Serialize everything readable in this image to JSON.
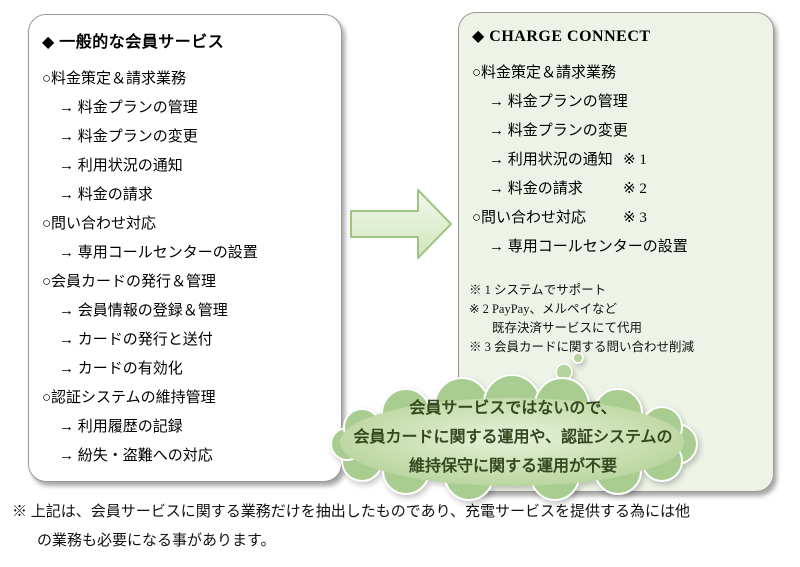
{
  "palette": {
    "panel_green": "#edf4e7",
    "arrow_green": "#cfe5ba",
    "cloud_green": "#a9cd90",
    "callout_text": "#33481f"
  },
  "left_panel": {
    "title": "◆ 一般的な会員サービス",
    "items": [
      {
        "level": "main",
        "text": "○料金策定＆請求業務"
      },
      {
        "level": "sub",
        "text": "→ 料金プランの管理"
      },
      {
        "level": "sub",
        "text": "→ 料金プランの変更"
      },
      {
        "level": "sub",
        "text": "→ 利用状況の通知"
      },
      {
        "level": "sub",
        "text": "→ 料金の請求"
      },
      {
        "level": "main",
        "text": "○問い合わせ対応"
      },
      {
        "level": "sub",
        "text": "→ 専用コールセンターの設置"
      },
      {
        "level": "main",
        "text": "○会員カードの発行＆管理"
      },
      {
        "level": "sub",
        "text": "→ 会員情報の登録＆管理"
      },
      {
        "level": "sub",
        "text": "→ カードの発行と送付"
      },
      {
        "level": "sub",
        "text": "→ カードの有効化"
      },
      {
        "level": "main",
        "text": "○認証システムの維持管理"
      },
      {
        "level": "sub",
        "text": "→ 利用履歴の記録"
      },
      {
        "level": "sub",
        "text": "→ 紛失・盗難への対応"
      }
    ]
  },
  "right_panel": {
    "title": "◆ CHARGE CONNECT",
    "items": [
      {
        "level": "main",
        "text": "○料金策定＆請求業務",
        "note": ""
      },
      {
        "level": "sub",
        "text": "→ 料金プランの管理",
        "note": ""
      },
      {
        "level": "sub",
        "text": "→ 料金プランの変更",
        "note": ""
      },
      {
        "level": "sub",
        "text": "→ 利用状況の通知",
        "note": "※ 1"
      },
      {
        "level": "sub",
        "text": "→ 料金の請求",
        "note": "※ 2"
      },
      {
        "level": "main",
        "text": "○問い合わせ対応",
        "note": "※ 3"
      },
      {
        "level": "sub",
        "text": "→ 専用コールセンターの設置",
        "note": ""
      }
    ],
    "notes": [
      "※ 1 システムでサポート",
      "※ 2 PayPay、メルペイなど",
      "既存決済サービスにて代用",
      "※ 3 会員カードに関する問い合わせ削減"
    ]
  },
  "callout": {
    "lines": [
      "会員サービスではないので、",
      "会員カードに関する運用や、認証システムの",
      "維持保守に関する運用が不要"
    ]
  },
  "footer": {
    "line1": "※ 上記は、会員サービスに関する業務だけを抽出したものであり、充電サービスを提供する為には他",
    "line2": "の業務も必要になる事があります。"
  }
}
